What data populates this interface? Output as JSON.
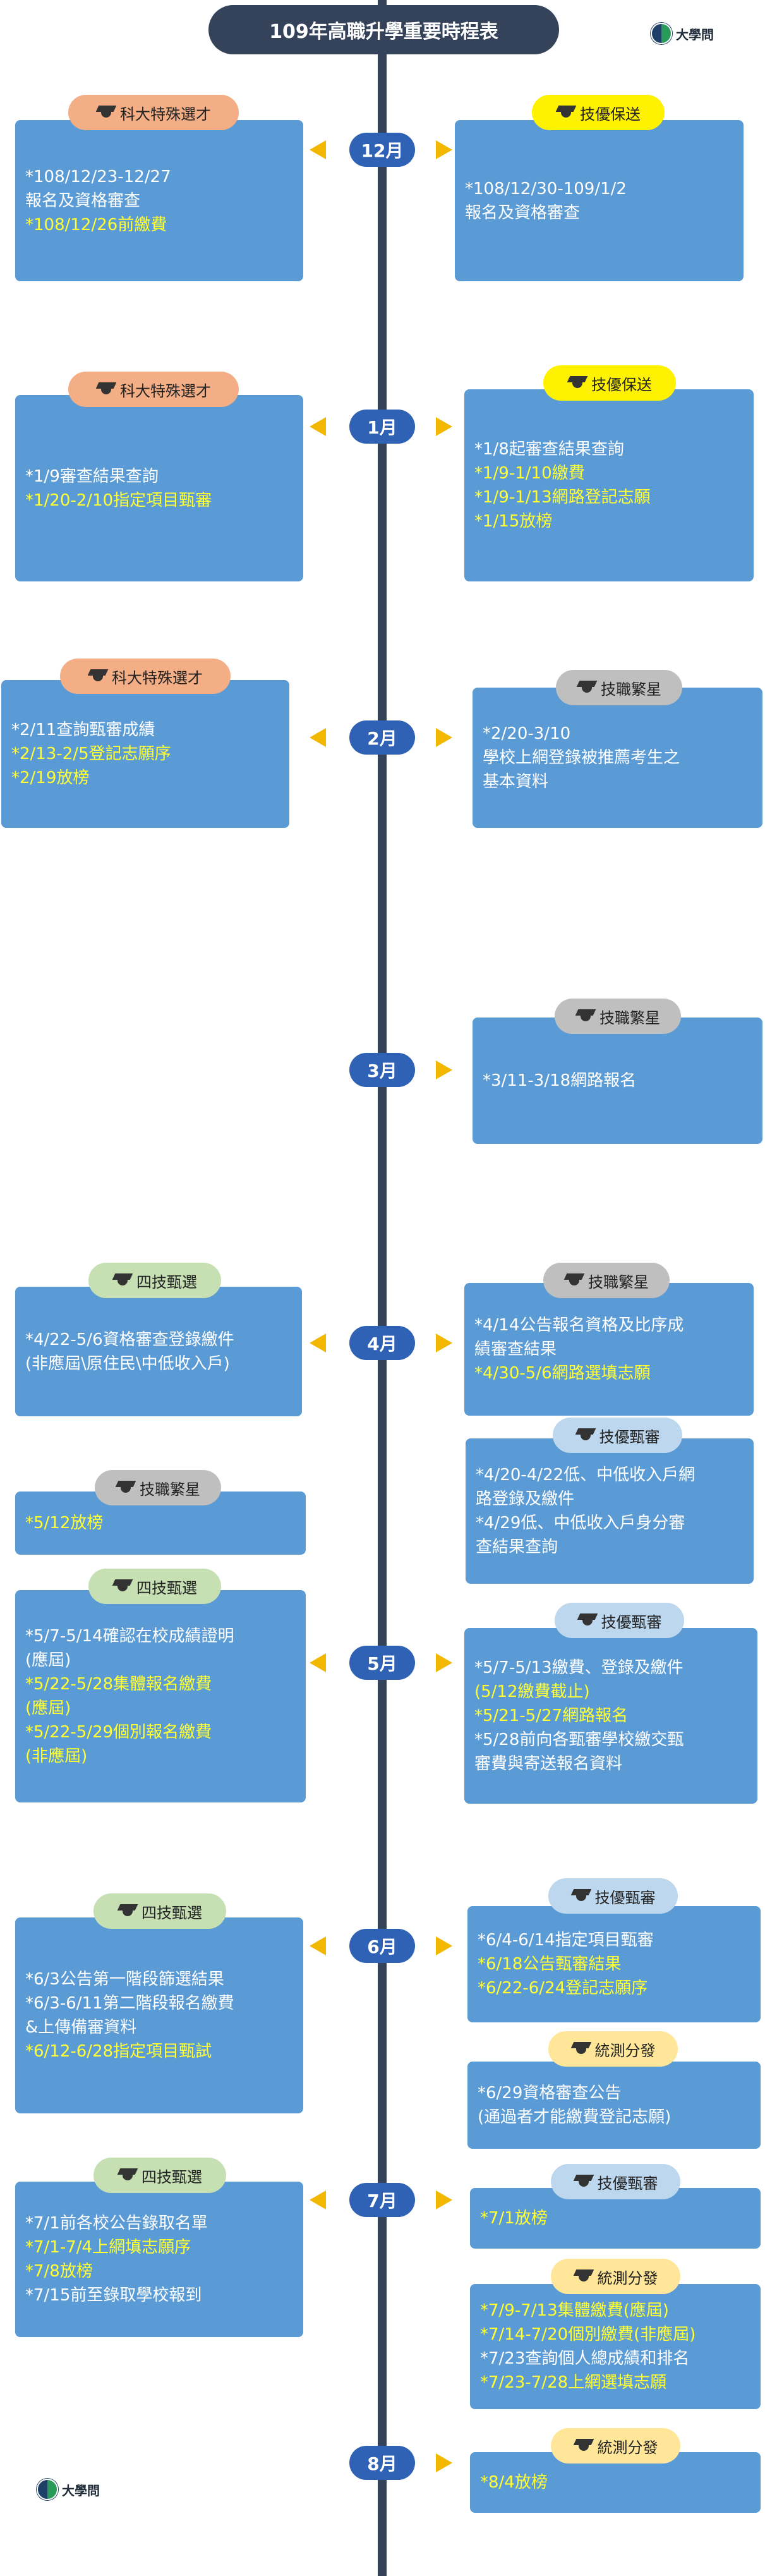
{
  "title": "109年高職升學重要時程表",
  "logo_text": "大學問",
  "months": {
    "m12": "12月",
    "m1": "1月",
    "m2": "2月",
    "m3": "3月",
    "m4": "4月",
    "m5": "5月",
    "m6": "6月",
    "m7": "7月",
    "m8": "8月"
  },
  "tags": {
    "kedatecai": "科大特殊選才",
    "jiyoubaosong": "技優保送",
    "jizhifanxing": "技職繁星",
    "sijizhenxuan": "四技甄選",
    "jiyouzhenshen": "技優甄審",
    "tongcefenfa": "統測分發"
  },
  "cards": {
    "dec_left": [
      "*108/12/23-12/27",
      " 報名及資格審查",
      "*108/12/26前繳費"
    ],
    "dec_right": [
      "*108/12/30-109/1/2",
      " 報名及資格審查"
    ],
    "jan_left": [
      "*1/9審查結果查詢",
      "*1/20-2/10指定項目甄審"
    ],
    "jan_right": [
      "*1/8起審查結果查詢",
      "*1/9-1/10繳費",
      "*1/9-1/13網路登記志願",
      "*1/15放榜"
    ],
    "feb_left": [
      "*2/11查詢甄審成績",
      "*2/13-2/5登記志願序",
      "*2/19放榜"
    ],
    "feb_right": [
      "*2/20-3/10",
      " 學校上網登錄被推薦考生之",
      " 基本資料"
    ],
    "mar_right": [
      "*3/11-3/18網路報名"
    ],
    "apr_left": [
      "*4/22-5/6資格審查登錄繳件",
      "(非應屆\\原住民\\中低收入戶)"
    ],
    "apr_right": [
      "*4/14公告報名資格及比序成",
      "   績審查結果",
      "*4/30-5/6網路選填志願"
    ],
    "apr_right2": [
      "*4/20-4/22低、中低收入戶網",
      "   路登錄及繳件",
      "*4/29低、中低收入戶身分審",
      "   查結果查詢"
    ],
    "may_left_star": [
      "*5/12放榜"
    ],
    "may_left": [
      "*5/7-5/14確認在校成績證明",
      "        (應屆)",
      "*5/22-5/28集體報名繳費",
      "        (應屆)",
      "*5/22-5/29個別報名繳費",
      "        (非應屆)"
    ],
    "may_right": [
      "*5/7-5/13繳費、登錄及繳件",
      "        (5/12繳費截止)",
      "*5/21-5/27網路報名",
      "*5/28前向各甄審學校繳交甄",
      "   審費與寄送報名資料"
    ],
    "jun_left": [
      "*6/3公告第一階段篩選結果",
      "*6/3-6/11第二階段報名繳費",
      "        &上傳備審資料",
      "*6/12-6/28指定項目甄試"
    ],
    "jun_right": [
      "*6/4-6/14指定項目甄審",
      "*6/18公告甄審結果",
      "*6/22-6/24登記志願序"
    ],
    "jun_right2": [
      "*6/29資格審查公告",
      "(通過者才能繳費登記志願)"
    ],
    "jul_left": [
      "*7/1前各校公告錄取名單",
      "*7/1-7/4上網填志願序",
      "*7/8放榜",
      "*7/15前至錄取學校報到"
    ],
    "jul_right": [
      "*7/1放榜"
    ],
    "jul_right2": [
      "*7/9-7/13集體繳費(應屆)",
      "*7/14-7/20個別繳費(非應屆)",
      "*7/23查詢個人總成績和排名",
      "*7/23-7/28上網選填志願"
    ],
    "aug_right": [
      "*8/4放榜"
    ]
  },
  "colors": {
    "spine": "#34435a",
    "month_pill": "#2f61b4",
    "card": "#5b9bd5",
    "arrow": "#f2b800",
    "highlight_text": "#ffff33"
  }
}
